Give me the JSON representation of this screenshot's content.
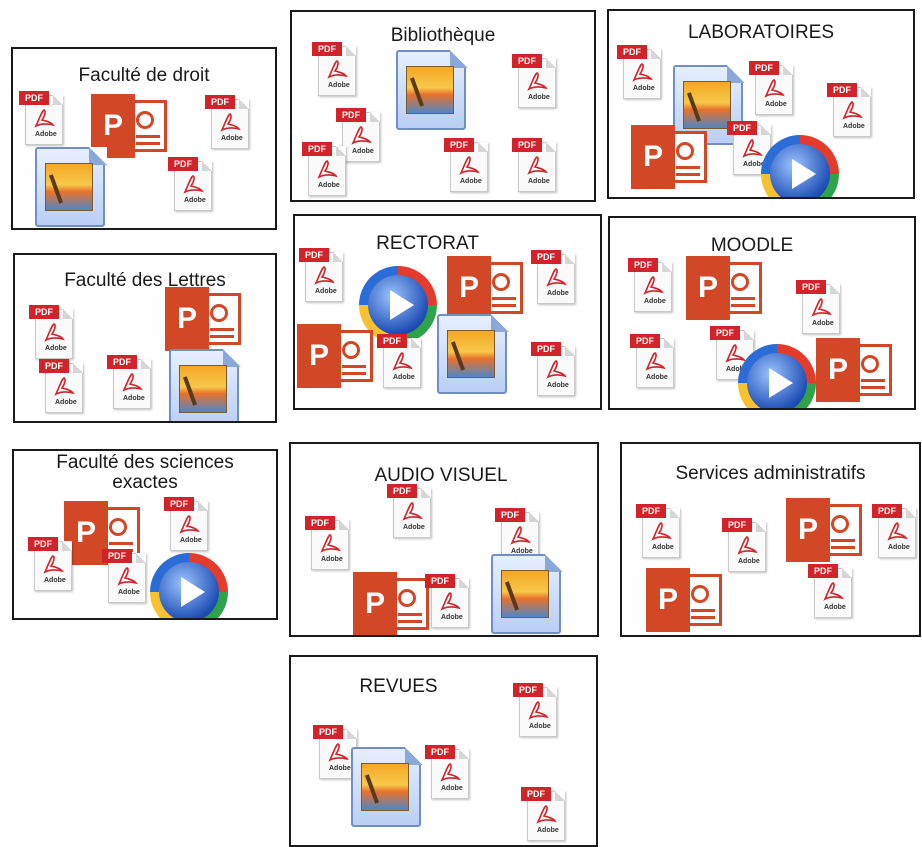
{
  "boxes": {
    "droit": "Faculté de droit",
    "bibliotheque": "Bibliothèque",
    "laboratoires": "LABORATOIRES",
    "lettres": "Faculté des Lettres",
    "rectorat": "RECTORAT",
    "moodle": "MOODLE",
    "sciences": "Faculté des  sciences\nexactes",
    "audiovisuel": "AUDIO VISUEL",
    "services": "Services administratifs",
    "revues": "REVUES"
  },
  "icon_labels": {
    "pdf_tag": "PDF",
    "pdf_brand": "Adobe",
    "ppt_letter": "P"
  },
  "colors": {
    "pdf_red": "#d2232a",
    "ppt_orange": "#d24726",
    "image_blue": "#6f8fc6"
  }
}
